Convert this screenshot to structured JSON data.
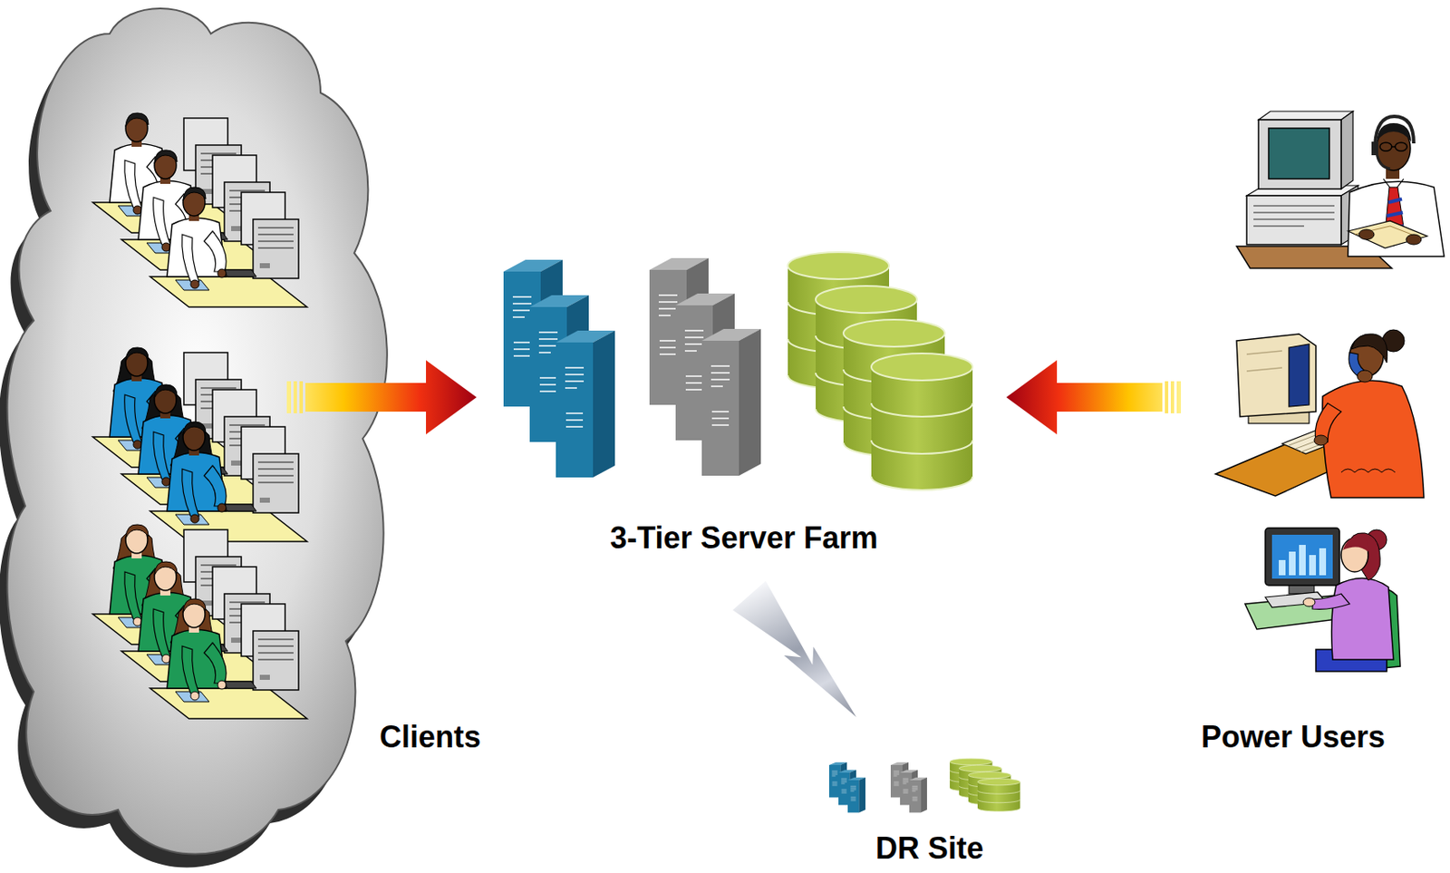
{
  "diagram": {
    "nodes": [
      {
        "text": [
          "Clients"
        ]
      },
      {
        "text": [
          "3-Tier Server Farm"
        ]
      },
      {
        "text": [
          "Power Users"
        ]
      },
      {
        "text": [
          "DR Site"
        ]
      }
    ],
    "edges": [
      {
        "from": 0,
        "to": 1,
        "arrow": "to"
      },
      {
        "from": 2,
        "to": 1,
        "arrow": "to"
      },
      {
        "from": 1,
        "to": 3,
        "arrow": "none"
      }
    ]
  }
}
